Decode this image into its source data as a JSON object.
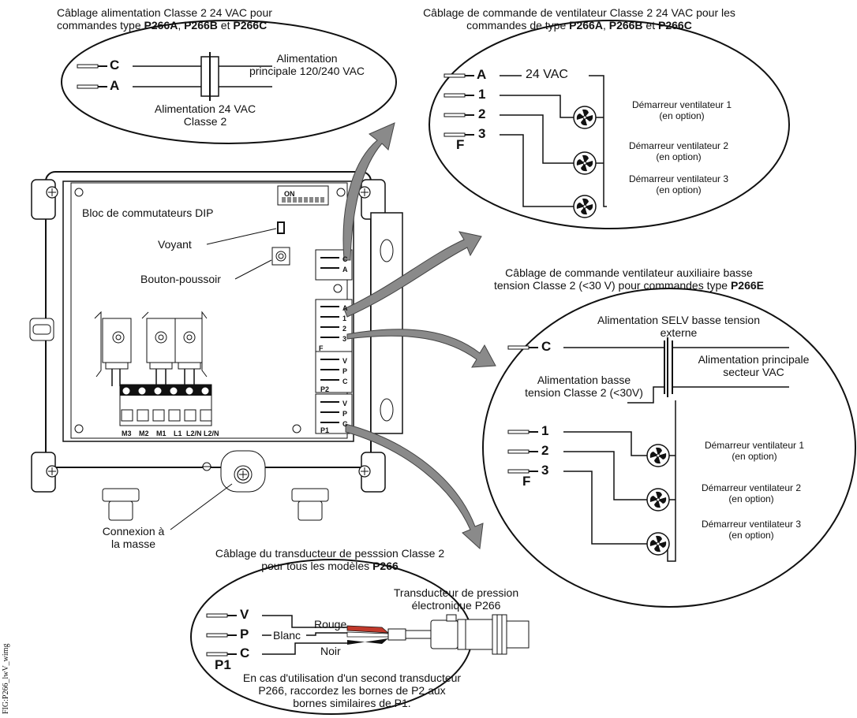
{
  "colors": {
    "line": "#111111",
    "arrow": "#7a7a7a",
    "red_wire": "#c0392b",
    "black_wire": "#111111"
  },
  "top_left": {
    "title1": "Câblage alimentation Classe 2 24 VAC pour",
    "title2_pre": "commandes type ",
    "m1": "P266A",
    ", ": ", ",
    "m2": "P266B",
    " et ": " et ",
    "m3": "P266C",
    "term_c": "C",
    "term_a": "A",
    "main_power1": "Alimentation",
    "main_power2": "principale 120/240 VAC",
    "class2_1": "Alimentation 24 VAC",
    "class2_2": "Classe 2"
  },
  "top_right": {
    "title1": "Câblage de commande de ventilateur Classe 2 24 VAC pour les",
    "title2_pre": "commandes de type ",
    "m1": "P266A",
    ", ": ", ",
    "m2": "P266B",
    " et ": " et ",
    "m3": "P266C",
    "vac": "24 VAC",
    "terms": [
      "A",
      "1",
      "2",
      "3"
    ],
    "f": "F",
    "fan1a": "Démarreur ventilateur 1",
    "fan1b": "(en option)",
    "fan2a": "Démarreur ventilateur 2",
    "fan2b": "(en option)",
    "fan3a": "Démarreur ventilateur 3",
    "fan3b": "(en option)"
  },
  "device": {
    "dip_label": "Bloc de commutateurs DIP",
    "on": "ON",
    "led_label": "Voyant",
    "button_label": "Bouton-poussoir",
    "ca": [
      "C",
      "A"
    ],
    "fan_terms": [
      "A",
      "1",
      "2",
      "3",
      "F"
    ],
    "p2_terms": [
      "V",
      "P",
      "C",
      "P2"
    ],
    "p1_terms": [
      "V",
      "P",
      "C",
      "P1"
    ],
    "bottom_terms": [
      "M3",
      "M2",
      "M1",
      "L1",
      "L2/N",
      "L2/N"
    ],
    "ground1": "Connexion à",
    "ground2": "la masse"
  },
  "right": {
    "title1": "Câblage de commande ventilateur auxiliaire basse",
    "title2_pre": "tension Classe 2 (<30 V) pour commandes type ",
    "model": "P266E",
    "selv1": "Alimentation SELV basse tension",
    "selv2": "externe",
    "mains1": "Alimentation principale",
    "mains2": "secteur VAC",
    "low1": "Alimentation basse",
    "low2": "tension Classe 2 (<30V)",
    "term_c": "C",
    "terms": [
      "1",
      "2",
      "3"
    ],
    "f": "F",
    "fan1a": "Démarreur ventilateur 1",
    "fan1b": "(en option)",
    "fan2a": "Démarreur ventilateur 2",
    "fan2b": "(en option)",
    "fan3a": "Démarreur ventilateur 3",
    "fan3b": "(en option)"
  },
  "bottom": {
    "title1": "Câblage du transducteur de pesssion Classe 2",
    "title2_pre": "pour tous les modèles ",
    "model": "P266",
    "terms": [
      "V",
      "P",
      "C"
    ],
    "p1": "P1",
    "rouge": "Rouge",
    "blanc": "Blanc",
    "noir": "Noir",
    "trans1": "Transducteur de pression",
    "trans2": "électronique P266",
    "note1": "En cas d'utilisation d'un second transducteur",
    "note2": "P266, raccordez les bornes de P2 aux",
    "note3": "bornes similaires de P1."
  },
  "side_code": "FIG:P266_lwV_wimg"
}
